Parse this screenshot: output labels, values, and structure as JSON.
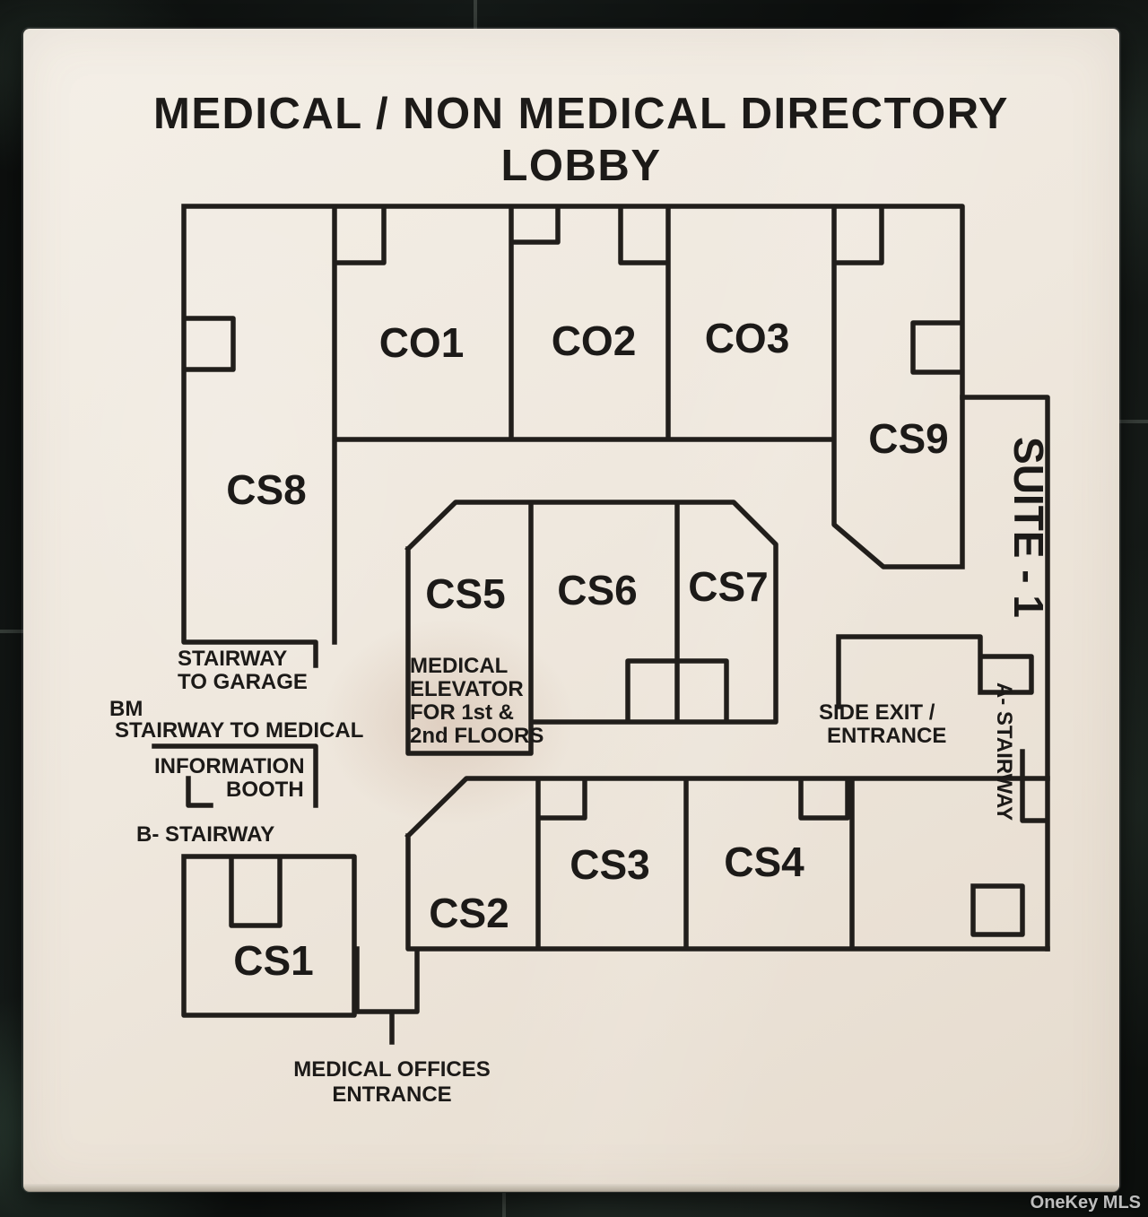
{
  "colors": {
    "sign_background": "#efe8de",
    "plan_line": "#211e1b",
    "marble_base": "#0d100e"
  },
  "sign": {
    "title": [
      "MEDICAL / NON MEDICAL DIRECTORY",
      "LOBBY"
    ],
    "rooms": {
      "co1": "CO1",
      "co2": "CO2",
      "co3": "CO3",
      "cs1": "CS1",
      "cs2": "CS2",
      "cs3": "CS3",
      "cs4": "CS4",
      "cs5": "CS5",
      "cs6": "CS6",
      "cs7": "CS7",
      "cs8": "CS8",
      "cs9": "CS9",
      "suite1": "SUITE - 1"
    },
    "annotations": {
      "stairway_to_garage": [
        "STAIRWAY",
        "TO GARAGE"
      ],
      "bm": "BM",
      "stairway_to_medical": "STAIRWAY TO MEDICAL",
      "information_booth": [
        "INFORMATION",
        "BOOTH"
      ],
      "b_stairway": "B- STAIRWAY",
      "medical_elevator": [
        "MEDICAL",
        "ELEVATOR",
        "FOR 1st &",
        "2nd FLOORS"
      ],
      "side_exit": [
        "SIDE EXIT /",
        "ENTRANCE"
      ],
      "a_stairway": "A- STAIRWAY",
      "medical_offices_entrance": [
        "MEDICAL OFFICES",
        "ENTRANCE"
      ]
    }
  },
  "watermark": "OneKey MLS"
}
